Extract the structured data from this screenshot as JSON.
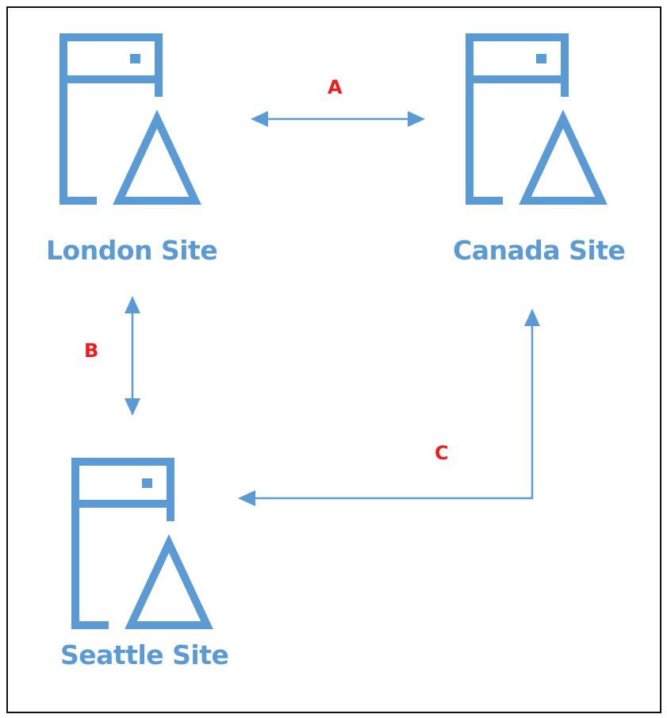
{
  "colors": {
    "icon": "#5b9bd5",
    "arrow": "#5b9bd5",
    "link_label": "#ee1c1c",
    "border": "#111111"
  },
  "sites": [
    {
      "label": "London Site",
      "icon": "server-icon"
    },
    {
      "label": "Canada Site",
      "icon": "server-icon"
    },
    {
      "label": "Seattle Site",
      "icon": "server-icon"
    }
  ],
  "links": [
    {
      "label": "A",
      "from": "London Site",
      "to": "Canada Site",
      "direction": "bidirectional"
    },
    {
      "label": "B",
      "from": "London Site",
      "to": "Seattle Site",
      "direction": "bidirectional"
    },
    {
      "label": "C",
      "from": "Seattle Site",
      "to": "Canada Site",
      "direction": "bidirectional"
    }
  ]
}
